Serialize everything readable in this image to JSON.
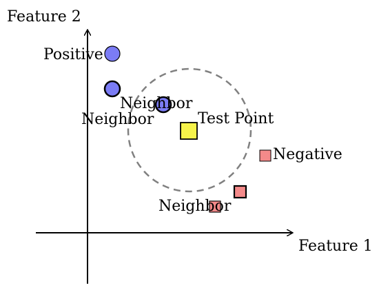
{
  "axes": {
    "x_label": "Feature 1",
    "y_label": "Feature 2"
  },
  "labels": {
    "positive": "Positive",
    "negative": "Negative",
    "test_point": "Test Point",
    "neighbor_positive_top": "Neighbor",
    "neighbor_positive_left": "Neighbor",
    "neighbor_negative": "Neighbor"
  },
  "colors": {
    "positive": "#7b7cf5",
    "negative": "#f48a8a",
    "test_point": "#f6f34a",
    "neighborhood_circle": "#808080",
    "axis": "#000000"
  },
  "legend_shapes": {
    "positive": "circle",
    "negative": "square",
    "test_point": "square"
  }
}
